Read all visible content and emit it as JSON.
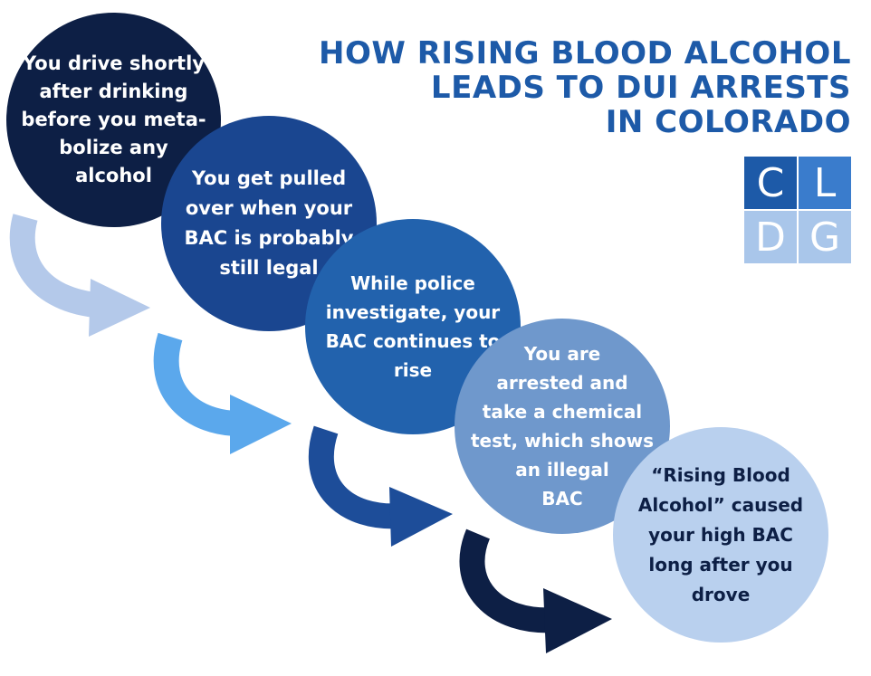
{
  "title": {
    "lines": [
      "HOW RISING BLOOD ALCOHOL",
      "LEADS TO DUI ARRESTS",
      "IN COLORADO"
    ]
  },
  "logo": {
    "letters": [
      "C",
      "L",
      "D",
      "G"
    ]
  },
  "steps": [
    {
      "lines": [
        "You drive shortly",
        "after drinking",
        "before you meta-",
        "bolize any",
        "alcohol"
      ],
      "color": "#0d1f45"
    },
    {
      "lines": [
        "You get pulled",
        "over when your",
        "BAC is probably",
        "still legal"
      ],
      "color": "#1a4690"
    },
    {
      "lines": [
        "While police",
        "investigate, your",
        "BAC continues to",
        "rise"
      ],
      "color": "#2262ad"
    },
    {
      "lines": [
        "You are",
        "arrested and",
        "take a chemical",
        "test, which shows",
        "an illegal",
        "BAC"
      ],
      "color": "#6f98cc"
    },
    {
      "lines": [
        "“Rising Blood",
        "Alcohol” caused",
        "your high BAC",
        "long after you",
        "drove"
      ],
      "color": "#b9d0ee"
    }
  ],
  "arrows": [
    {
      "name": "arrow-1",
      "color": "#b4c9ea"
    },
    {
      "name": "arrow-2",
      "color": "#5ba8ec"
    },
    {
      "name": "arrow-3",
      "color": "#1d4d99"
    },
    {
      "name": "arrow-4",
      "color": "#0d1f45"
    }
  ]
}
